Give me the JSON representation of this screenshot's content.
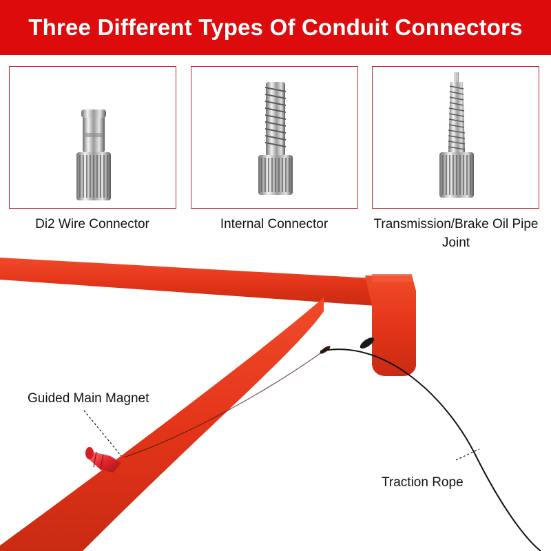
{
  "header": {
    "title": "Three Different Types Of Conduit Connectors"
  },
  "connectors": [
    {
      "label": "Di2 Wire Connector"
    },
    {
      "label": "Internal Connector"
    },
    {
      "label": "Transmission/Brake Oil Pipe Joint"
    }
  ],
  "annotations": {
    "magnet": "Guided Main Magnet",
    "rope": "Traction Rope"
  },
  "colors": {
    "brand_red": "#dd0b0b",
    "frame_red": "#e8371a",
    "card_border": "#c0272d"
  }
}
